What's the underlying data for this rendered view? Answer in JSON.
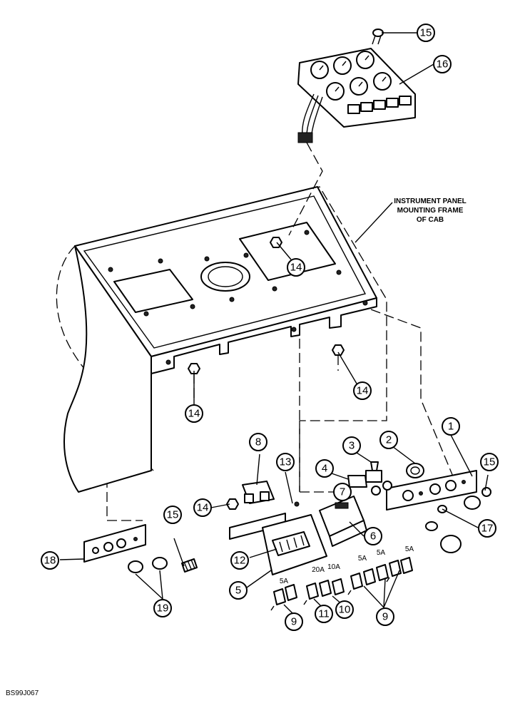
{
  "frame_label": [
    "INSTRUMENT PANEL",
    "MOUNTING FRAME",
    "OF CAB"
  ],
  "reference_code": "BS99J067",
  "callouts": {
    "c15a": "15",
    "c16": "16",
    "c14a": "14",
    "c14b": "14",
    "c14c": "14",
    "c14d": "14",
    "c1": "1",
    "c2": "2",
    "c3": "3",
    "c4": "4",
    "c8": "8",
    "c13": "13",
    "c7": "7",
    "c15b": "15",
    "c15c": "15",
    "c17": "17",
    "c6": "6",
    "c12": "12",
    "c18": "18",
    "c5": "5",
    "c19": "19",
    "c9a": "9",
    "c11": "11",
    "c10": "10",
    "c9b": "9"
  },
  "fuse_ratings": {
    "f1": "5A",
    "f2": "20A",
    "f3": "10A",
    "f4": "5A",
    "f5": "5A",
    "f6": "5A"
  }
}
